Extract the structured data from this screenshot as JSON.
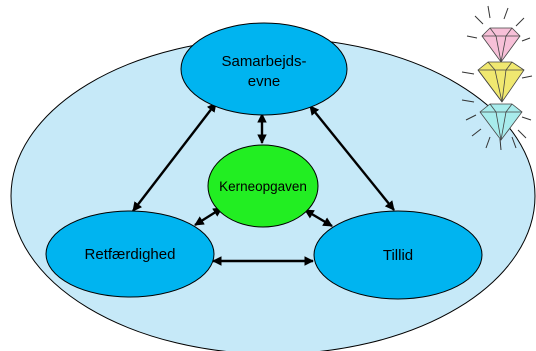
{
  "diagram": {
    "nodes": {
      "top_line1": "Samarbejds-",
      "top_line2": "evne",
      "center": "Kerneopgaven",
      "left": "Retfærdighed",
      "right": "Tillid"
    },
    "colors": {
      "background_ellipse": "#c6e9f8",
      "node_fill": "#00b4f0",
      "center_fill": "#22ee22",
      "outline": "#000000",
      "arrow": "#000000"
    },
    "gems": [
      {
        "name": "pink-diamond",
        "fill": "#f7c0d8"
      },
      {
        "name": "yellow-diamond",
        "fill": "#f0e870"
      },
      {
        "name": "cyan-diamond",
        "fill": "#a8ecec"
      }
    ]
  }
}
